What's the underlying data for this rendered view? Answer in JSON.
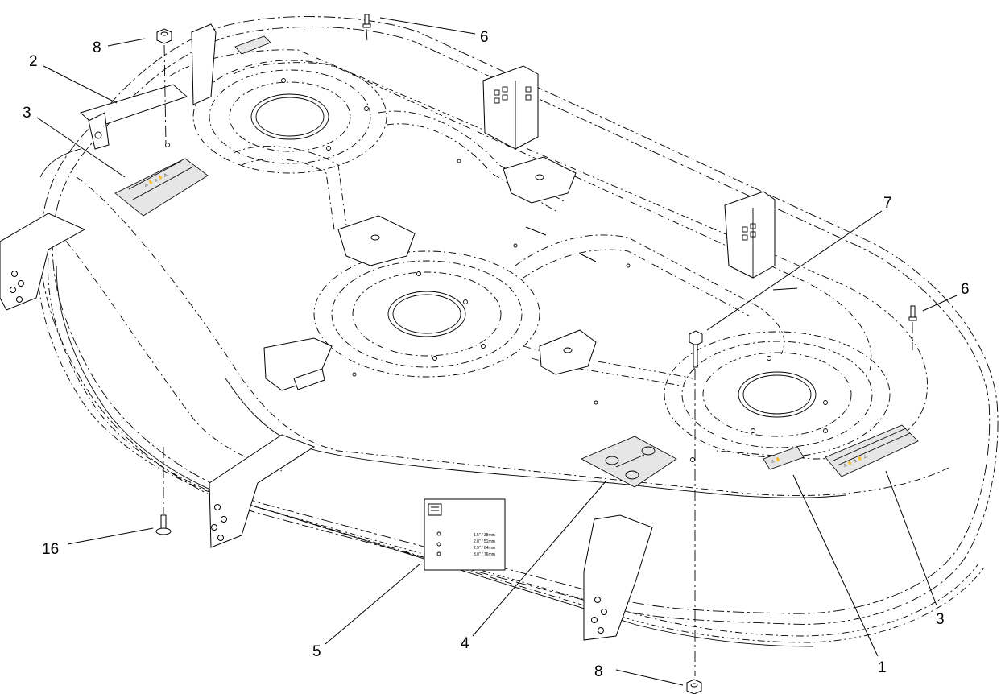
{
  "diagram": {
    "callouts": [
      {
        "id": "c8-top",
        "text": "8"
      },
      {
        "id": "c2",
        "text": "2"
      },
      {
        "id": "c3-left",
        "text": "3"
      },
      {
        "id": "c6-top",
        "text": "6"
      },
      {
        "id": "c7",
        "text": "7"
      },
      {
        "id": "c6-right",
        "text": "6"
      },
      {
        "id": "c16",
        "text": "16"
      },
      {
        "id": "c5",
        "text": "5"
      },
      {
        "id": "c4",
        "text": "4"
      },
      {
        "id": "c8-bottom",
        "text": "8"
      },
      {
        "id": "c1",
        "text": "1"
      },
      {
        "id": "c3-right",
        "text": "3"
      }
    ]
  }
}
